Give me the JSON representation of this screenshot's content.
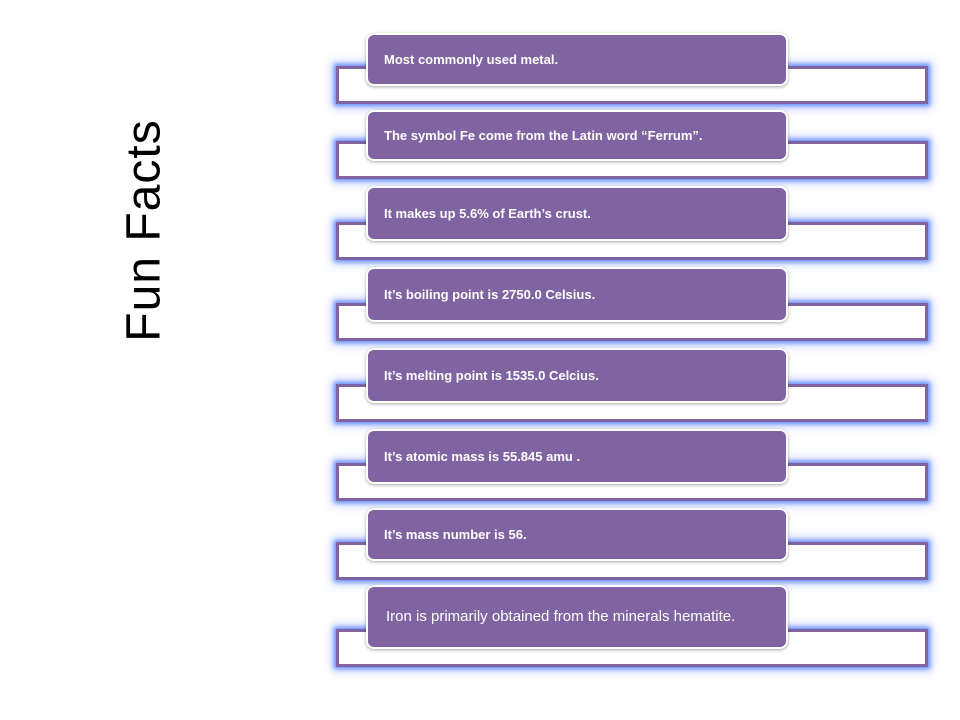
{
  "slide": {
    "title": "Fun Facts",
    "colors": {
      "accent": "#8064a2",
      "glow": "#5a82ff",
      "text_on_accent": "#ffffff"
    },
    "facts": [
      "Most commonly used metal.",
      "The symbol Fe come from the Latin word “Ferrum”.",
      "It makes up 5.6% of Earth’s crust.",
      "It’s boiling point is 2750.0 Celsius.",
      "It’s melting point is 1535.0 Celcius.",
      "It’s atomic mass is 55.845 amu .",
      "It’s mass number is 56.",
      "Iron is primarily obtained from the minerals hematite."
    ]
  }
}
